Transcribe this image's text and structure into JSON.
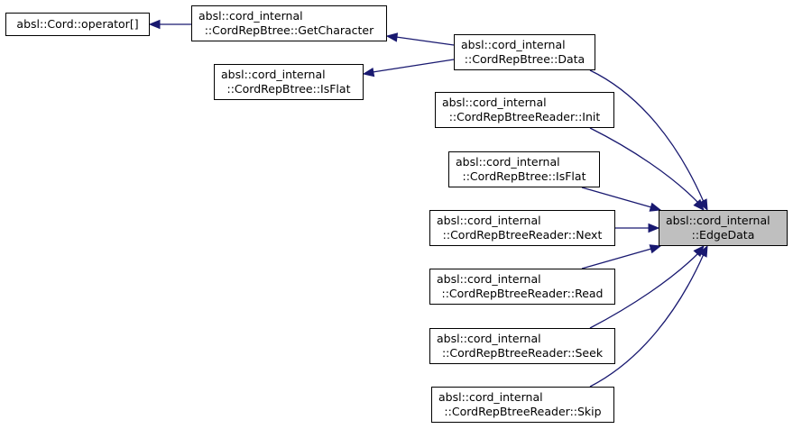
{
  "colors": {
    "edge": "#191970",
    "focus_fill": "#bfbfbf",
    "node_fill": "#ffffff",
    "border": "#000000"
  },
  "nodes": {
    "cord_operator": {
      "line1": "absl::Cord::operator[]"
    },
    "btree_getcharacter": {
      "line1": "absl::cord_internal",
      "line2": "::CordRepBtree::GetCharacter"
    },
    "btree_isflat_1": {
      "line1": "absl::cord_internal",
      "line2": "::CordRepBtree::IsFlat"
    },
    "btree_data": {
      "line1": "absl::cord_internal",
      "line2": "::CordRepBtree::Data"
    },
    "reader_init": {
      "line1": "absl::cord_internal",
      "line2": "::CordRepBtreeReader::Init"
    },
    "btree_isflat_2": {
      "line1": "absl::cord_internal",
      "line2": "::CordRepBtree::IsFlat"
    },
    "reader_next": {
      "line1": "absl::cord_internal",
      "line2": "::CordRepBtreeReader::Next"
    },
    "reader_read": {
      "line1": "absl::cord_internal",
      "line2": "::CordRepBtreeReader::Read"
    },
    "reader_seek": {
      "line1": "absl::cord_internal",
      "line2": "::CordRepBtreeReader::Seek"
    },
    "reader_skip": {
      "line1": "absl::cord_internal",
      "line2": "::CordRepBtreeReader::Skip"
    },
    "edgedata": {
      "line1": "absl::cord_internal",
      "line2": "::EdgeData"
    }
  }
}
